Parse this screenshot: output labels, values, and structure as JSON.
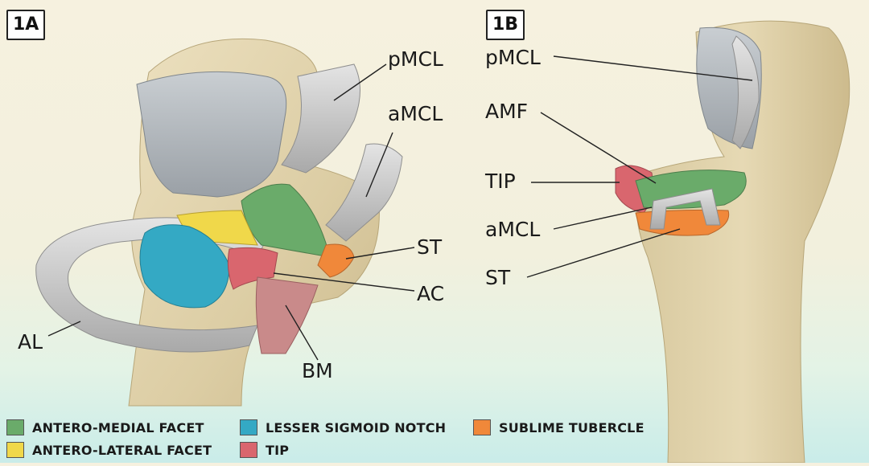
{
  "panel_a": {
    "tag": "1A",
    "labels": {
      "pmcl": "pMCL",
      "amcl": "aMCL",
      "st": "ST",
      "ac": "AC",
      "al": "AL",
      "bm": "BM"
    }
  },
  "panel_b": {
    "tag": "1B",
    "labels": {
      "pmcl": "pMCL",
      "amf": "AMF",
      "tip": "TIP",
      "amcl": "aMCL",
      "st": "ST"
    }
  },
  "legend": [
    {
      "label": "ANTERO-MEDIAL FACET",
      "color": "#6aab6a"
    },
    {
      "label": "LESSER SIGMOID NOTCH",
      "color": "#34a9c4"
    },
    {
      "label": "SUBLIME TUBERCLE",
      "color": "#f0883a"
    },
    {
      "label": "ANTERO-LATERAL FACET",
      "color": "#f0d84a"
    },
    {
      "label": "TIP",
      "color": "#d9666e"
    }
  ]
}
